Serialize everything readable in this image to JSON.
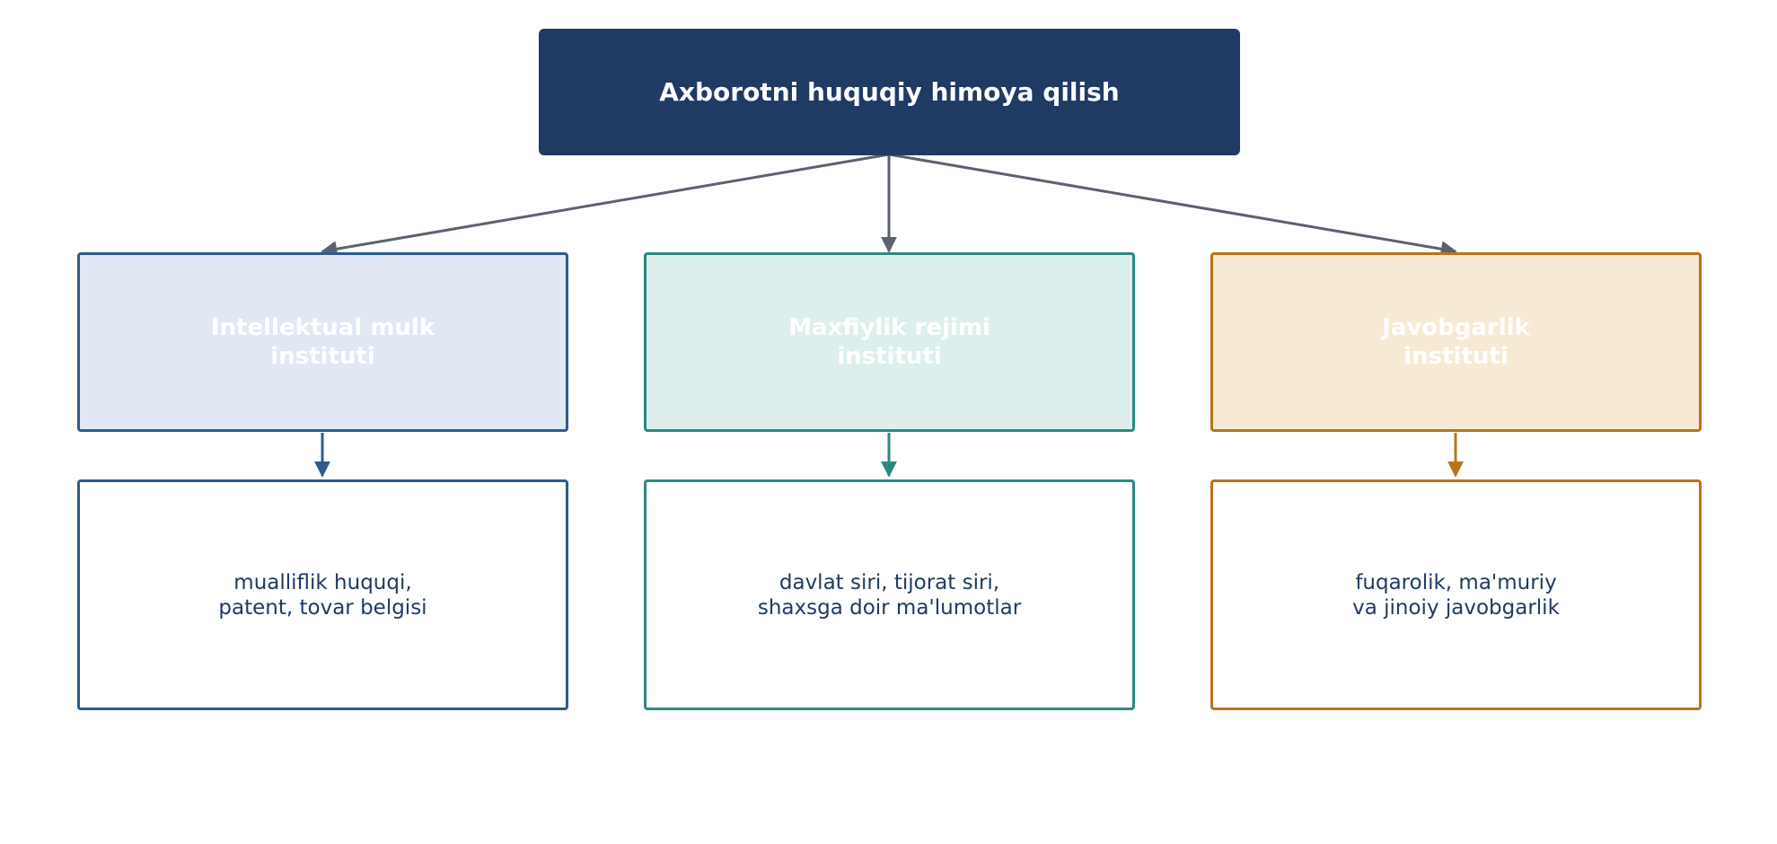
{
  "colors": {
    "root_fill": "#1f3a63",
    "root_text": "#ffffff",
    "connector": "#5a6270",
    "detail_text": "#1f3a63"
  },
  "root": {
    "label": "Axborotni huquqiy himoya qilish"
  },
  "branches": [
    {
      "title": "Intellektual mulk\ninstituti",
      "detail": "mualliflik huquqi,\npatent, tovar belgisi",
      "stroke": "#2e5a8a",
      "fill": "#dfe8f3"
    },
    {
      "title": "Maxfiylik rejimi\ninstituti",
      "detail": "davlat siri, tijorat siri,\nshaxsga doir ma'lumotlar",
      "stroke": "#2a8a80",
      "fill": "#dcefec"
    },
    {
      "title": "Javobgarlik\ninstituti",
      "detail": "fuqarolik, ma'muriy\nva jinoiy javobgarlik",
      "stroke": "#b8741a",
      "fill": "#f6ead5"
    }
  ]
}
